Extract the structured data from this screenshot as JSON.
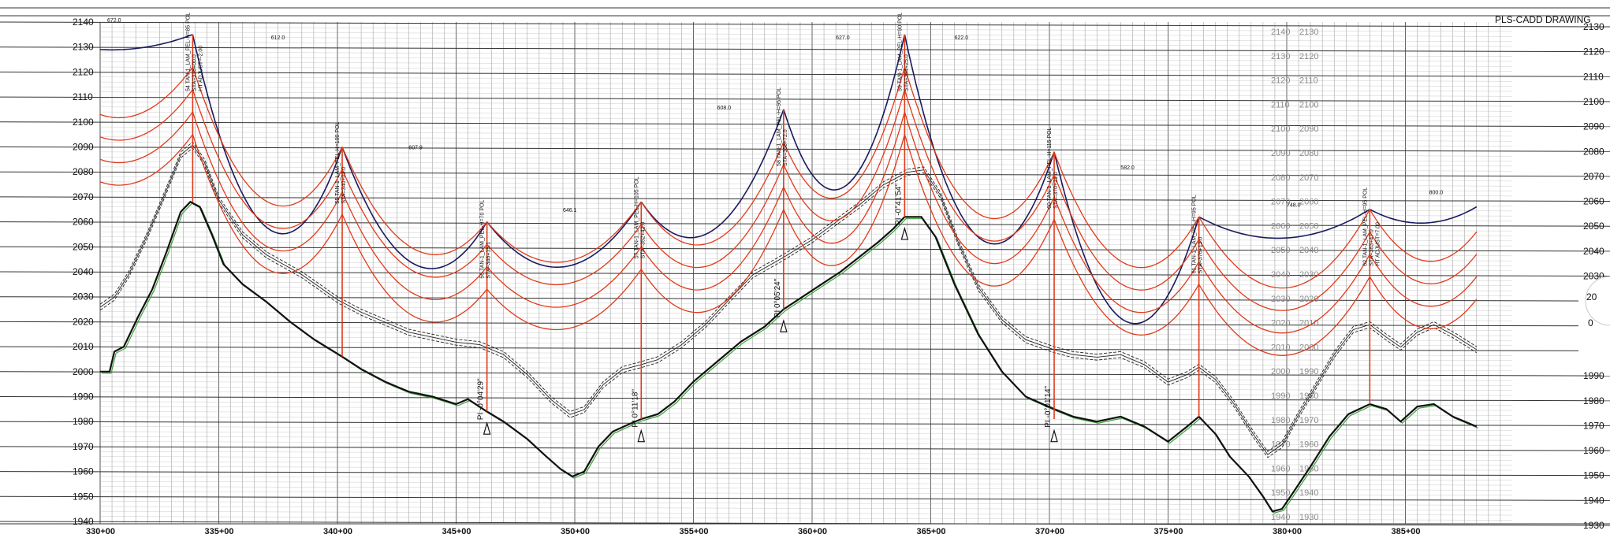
{
  "title": "PLS-CADD DRAWING",
  "left_axis": [
    2140,
    2130,
    2120,
    2110,
    2100,
    2090,
    2080,
    2070,
    2060,
    2050,
    2040,
    2030,
    2020,
    2010,
    2000,
    1990,
    1980,
    1970,
    1960,
    1950,
    1940
  ],
  "right_axis": [
    2130,
    2120,
    2110,
    2100,
    2090,
    2080,
    2070,
    2060,
    2050,
    2040,
    2030,
    2020,
    2010,
    2000,
    1990,
    1980,
    1970,
    1960,
    1950,
    1940,
    1930
  ],
  "right_axis_partial": [
    "20",
    "0"
  ],
  "stations": [
    "330+00",
    "335+00",
    "340+00",
    "345+00",
    "350+00",
    "355+00",
    "360+00",
    "365+00",
    "370+00",
    "375+00",
    "380+00",
    "385+00"
  ],
  "structures": [
    {
      "id": "54",
      "label": "54 TAN-1_LAM_PEL-H=85 POL",
      "sta": "STA=335+00.0",
      "extra": "HT ADJUST=-2.00",
      "station": 333.9,
      "top_elev": 2135,
      "ground": 2068
    },
    {
      "id": "55",
      "label": "55 TAN-1_LAM_PEL-H=100 POL",
      "sta": "STA=340+03.0",
      "extra": "",
      "station": 340.2,
      "top_elev": 2090,
      "ground": 2006
    },
    {
      "id": "56",
      "label": "56 TAN-1_LAM_PEL-H=70 POL",
      "sta": "STA=346+15.1",
      "extra": "",
      "station": 346.3,
      "top_elev": 2060,
      "ground": 1984
    },
    {
      "id": "57",
      "label": "57 TAN-1_LAM_PEL-H=105 POL",
      "sta": "STA=352+42.0",
      "extra": "",
      "station": 352.8,
      "top_elev": 2068,
      "ground": 1981
    },
    {
      "id": "58",
      "label": "58 TAN-1_LAM_PEL-H=95 POL",
      "sta": "STA=358+72.0",
      "extra": "",
      "station": 358.8,
      "top_elev": 2105,
      "ground": 2025
    },
    {
      "id": "59",
      "label": "59 TAN-1_LAM_PEL-H=90 POL",
      "sta": "STA=364+25.0",
      "extra": "",
      "station": 363.9,
      "top_elev": 2135,
      "ground": 2062
    },
    {
      "id": "60",
      "label": "60 TAN-1_LAM_PEL-H=115 POL",
      "sta": "STA=370+21.0",
      "extra": "",
      "station": 370.2,
      "top_elev": 2088,
      "ground": 1981
    },
    {
      "id": "61",
      "label": "61 TAN-1_LAM_PEL-H=95 POL",
      "sta": "STA=376+13.0",
      "extra": "",
      "station": 376.3,
      "top_elev": 2062,
      "ground": 1982
    },
    {
      "id": "62",
      "label": "62 TAN-1_LAM_PEL-H=95 POL",
      "sta": "STA=383+47.0",
      "extra": "HT ADJUST=7.00",
      "station": 383.5,
      "top_elev": 2065,
      "ground": 1987
    }
  ],
  "span_lengths": [
    {
      "text": "672.0",
      "station": 330.3,
      "elev": 2140
    },
    {
      "text": "612.0",
      "station": 337.2,
      "elev": 2133
    },
    {
      "text": "607.9",
      "station": 343.0,
      "elev": 2089
    },
    {
      "text": "646.1",
      "station": 349.5,
      "elev": 2064
    },
    {
      "text": "608.0",
      "station": 356.0,
      "elev": 2105
    },
    {
      "text": "627.0",
      "station": 361.0,
      "elev": 2133
    },
    {
      "text": "622.0",
      "station": 366.0,
      "elev": 2133
    },
    {
      "text": "582.0",
      "station": 373.0,
      "elev": 2081
    },
    {
      "text": "748.0",
      "station": 380.0,
      "elev": 2066
    },
    {
      "text": "800.0",
      "station": 386.0,
      "elev": 2071
    }
  ],
  "pi_angles": [
    {
      "text": "PI -0°04'29\"",
      "station": 346.3,
      "elev": 1980
    },
    {
      "text": "PI 0°11'18\"",
      "station": 352.8,
      "elev": 1977
    },
    {
      "text": "PI 0°05'24\"",
      "station": 358.8,
      "elev": 2021
    },
    {
      "text": "PI -0°41'54\"",
      "station": 363.9,
      "elev": 2058
    },
    {
      "text": "PI -0°01'14\"",
      "station": 370.2,
      "elev": 1977
    }
  ],
  "ghost_left": [
    "2140",
    "2130",
    "2120",
    "2110",
    "2100",
    "2090",
    "2080",
    "2070",
    "2060",
    "2050",
    "2040",
    "2030",
    "2020",
    "2010",
    "2000",
    "1990",
    "1980",
    "1970",
    "1960",
    "1950",
    "1940"
  ],
  "ghost_right": [
    "2130",
    "2120",
    "2110",
    "2100",
    "2090",
    "2080",
    "2070",
    "2060",
    "2050",
    "2040",
    "2030",
    "2020",
    "2010",
    "2000",
    "1990",
    "1980",
    "1970",
    "1960",
    "1950",
    "1940",
    "1930"
  ],
  "colors": {
    "conductor": "#1a1a5e",
    "clearance": "#e03a1a",
    "structure": "#e03a1a",
    "ground": "#111111",
    "ground_alt": "#3aa23a",
    "grid": "#7a7a7a",
    "ghost": "#9a9a9a"
  }
}
